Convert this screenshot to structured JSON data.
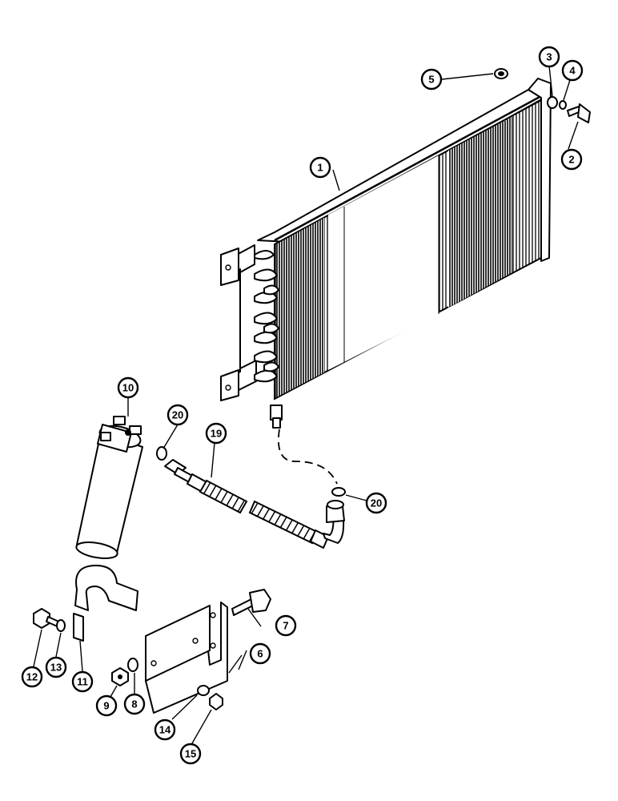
{
  "diagram": {
    "callouts": [
      {
        "id": "c1",
        "label": "1"
      },
      {
        "id": "c2",
        "label": "2"
      },
      {
        "id": "c3",
        "label": "3"
      },
      {
        "id": "c4",
        "label": "4"
      },
      {
        "id": "c5",
        "label": "5"
      },
      {
        "id": "c6",
        "label": "6"
      },
      {
        "id": "c7",
        "label": "7"
      },
      {
        "id": "c8",
        "label": "8"
      },
      {
        "id": "c9",
        "label": "9"
      },
      {
        "id": "c10",
        "label": "10"
      },
      {
        "id": "c11",
        "label": "11"
      },
      {
        "id": "c12",
        "label": "12"
      },
      {
        "id": "c13",
        "label": "13"
      },
      {
        "id": "c14",
        "label": "14"
      },
      {
        "id": "c15",
        "label": "15"
      },
      {
        "id": "c19",
        "label": "19"
      },
      {
        "id": "c20a",
        "label": "20"
      },
      {
        "id": "c20b",
        "label": "20"
      }
    ]
  }
}
